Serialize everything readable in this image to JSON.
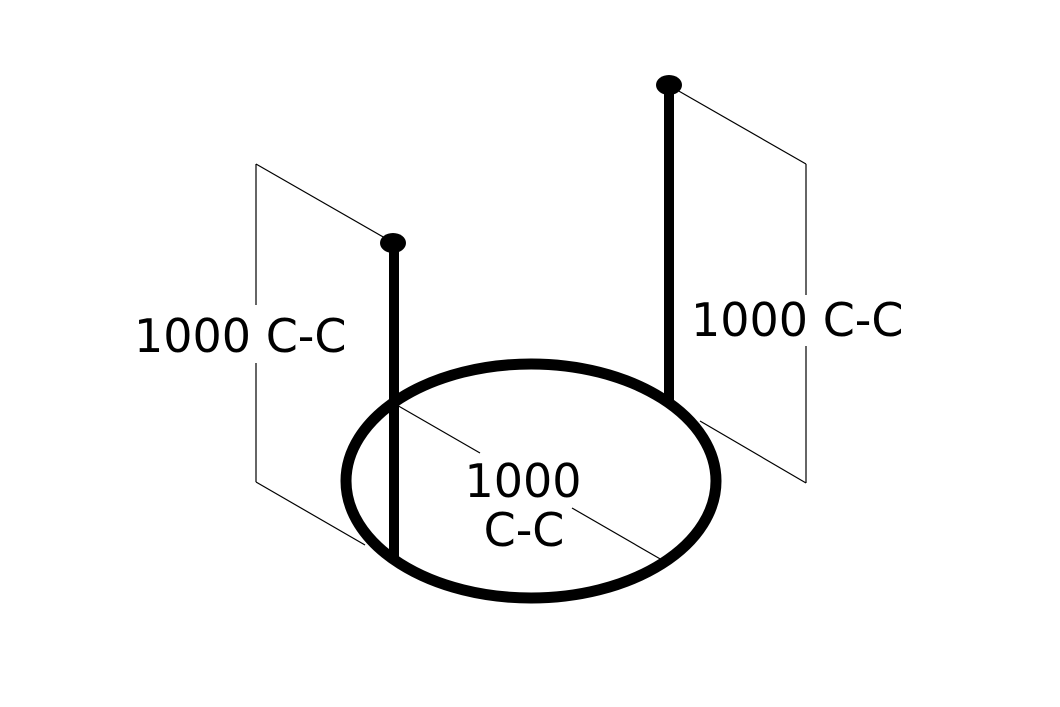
{
  "diagram": {
    "labels": {
      "left_height": "1000 C-C",
      "right_height": "1000 C-C",
      "diameter_line1": "1000",
      "diameter_line2": "C-C"
    },
    "colors": {
      "stroke": "#000000",
      "background": "#ffffff"
    }
  }
}
